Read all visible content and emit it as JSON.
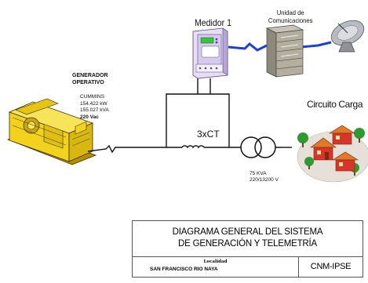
{
  "generator": {
    "title_line1": "GENERADOR",
    "title_line2": "OPERATIVO",
    "brand": "CUMMINS",
    "power_kw": "154.422 kW",
    "power_kva": "155.027 kVA",
    "voltage": "220 Vac"
  },
  "meter": {
    "label": "Medidor 1"
  },
  "communications": {
    "label_line1": "Unidad de",
    "label_line2": "Comunicaciones"
  },
  "load": {
    "label": "Circuito Carga"
  },
  "ct": {
    "label": "3xCT"
  },
  "transformer": {
    "rating": "75 KVA",
    "voltage": "220/13200 V"
  },
  "title_block": {
    "title_line1": "DIAGRAMA GENERAL DEL SISTEMA",
    "title_line2": "DE GENERACIÓN Y TELEMETRÍA",
    "locality_caption": "Localidad",
    "locality": "SAN FRANCISCO RIO NAYA",
    "code": "CNM-IPSE"
  },
  "colors": {
    "generator_yellow": "#f2d21c",
    "comm_link_blue": "#1a3fe0",
    "house_red": "#d8342a",
    "roof_orange": "#e07a2a",
    "tree_green": "#2f9a2f",
    "meter_violet": "#c9b8ea"
  }
}
